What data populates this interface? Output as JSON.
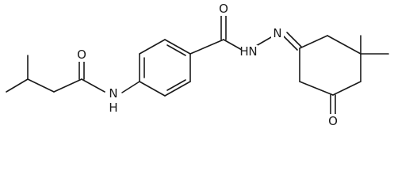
{
  "molecule": {
    "atoms": {
      "amide_o_left": "O",
      "amide_n_left": "N",
      "amide_h_left": "H",
      "carbonyl_o_mid": "O",
      "hydrazide_n": "N",
      "hydrazide_h": "H",
      "imine_n": "N",
      "ketone_o": "O"
    }
  },
  "colors": {
    "bond": "#1a1a1a",
    "background": "#ffffff"
  }
}
